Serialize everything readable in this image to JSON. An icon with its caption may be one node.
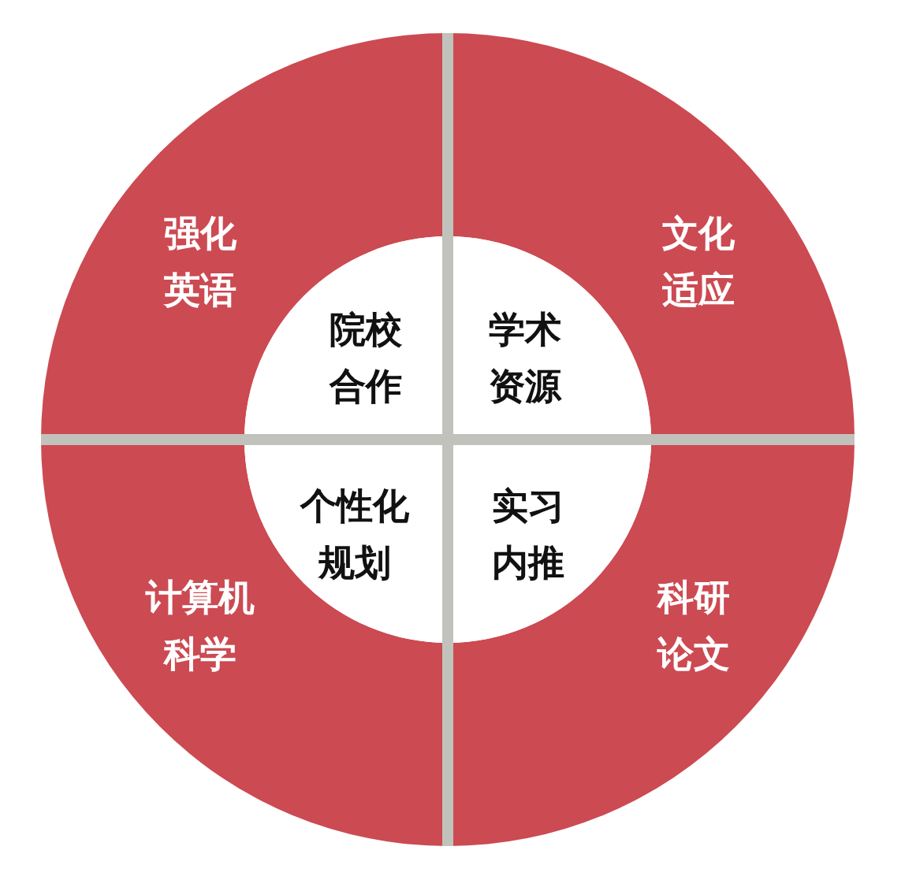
{
  "diagram": {
    "nodes": [
      {
        "text": [
          "强化英语"
        ]
      },
      {
        "text": [
          "文化适应"
        ]
      },
      {
        "text": [
          "计算机科学"
        ]
      },
      {
        "text": [
          "科研论文"
        ]
      },
      {
        "text": [
          "院校合作"
        ]
      },
      {
        "text": [
          "学术资源"
        ]
      },
      {
        "text": [
          "个性化规划"
        ]
      },
      {
        "text": [
          "实习内推"
        ]
      }
    ]
  }
}
